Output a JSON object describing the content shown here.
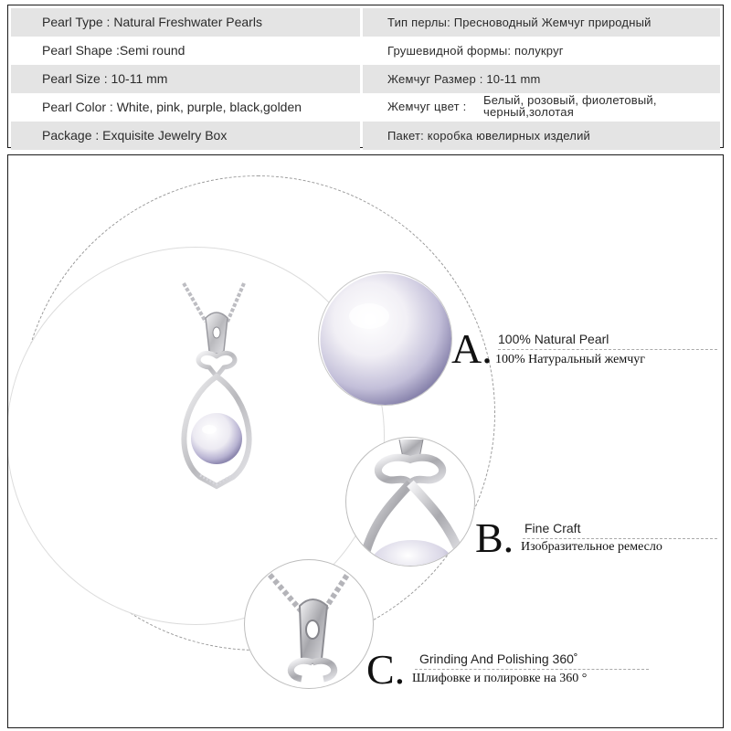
{
  "specs": [
    {
      "en": "Pearl Type : Natural Freshwater Pearls",
      "ru": "Тип перлы: Пресноводный Жемчуг природный"
    },
    {
      "en": "Pearl Shape :Semi round",
      "ru": "Грушевидной формы: полукруг"
    },
    {
      "en": "Pearl Size : 10-11 mm",
      "ru": "Жемчуг Размер : 10-11 mm"
    },
    {
      "en": "Pearl Color : White, pink, purple, black,golden",
      "ru_label": "Жемчуг цвет :",
      "ru_value": "Белый, розовый, фиолетовый, черный,золотая"
    },
    {
      "en": "Package : Exquisite Jewelry Box",
      "ru": "Пакет: коробка ювелирных изделий"
    }
  ],
  "features": [
    {
      "letter": "A.",
      "en": "100% Natural Pearl",
      "ru": "100% Натуральный жемчуг"
    },
    {
      "letter": "B.",
      "en": "Fine Craft",
      "ru": "Изобразительное ремесло"
    },
    {
      "letter": "C.",
      "en": "Grinding And Polishing 360˚",
      "ru": "Шлифовке и полировке на 360 °"
    }
  ],
  "colors": {
    "row_shade": "#e4e4e4",
    "border": "#1a1a1a",
    "silver": "#c9c9cc",
    "pearl_base": "#f4f2f6",
    "pearl_tint": "#a9a2c8"
  }
}
